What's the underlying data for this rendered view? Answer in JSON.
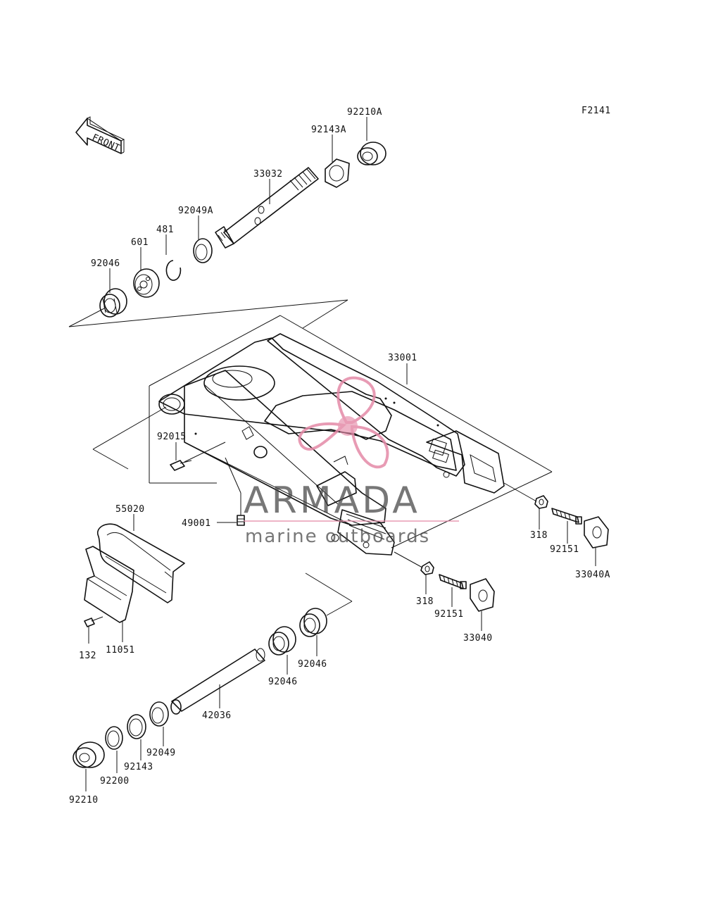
{
  "figure_code": "F2141",
  "front_arrow_text": "FRONT",
  "watermark": {
    "brand": "ARMADA",
    "tagline": "marine outboards",
    "color": "#e48aa7"
  },
  "parts": [
    {
      "id": "p-92210a",
      "label": "92210A"
    },
    {
      "id": "p-92143a",
      "label": "92143A"
    },
    {
      "id": "p-33032",
      "label": "33032"
    },
    {
      "id": "p-92049a",
      "label": "92049A"
    },
    {
      "id": "p-481",
      "label": "481"
    },
    {
      "id": "p-601",
      "label": "601"
    },
    {
      "id": "p-92046-top",
      "label": "92046"
    },
    {
      "id": "p-33001",
      "label": "33001"
    },
    {
      "id": "p-92015",
      "label": "92015"
    },
    {
      "id": "p-55020",
      "label": "55020"
    },
    {
      "id": "p-49001",
      "label": "49001"
    },
    {
      "id": "p-318-right",
      "label": "318"
    },
    {
      "id": "p-92151-right",
      "label": "92151"
    },
    {
      "id": "p-33040a",
      "label": "33040A"
    },
    {
      "id": "p-318-mid",
      "label": "318"
    },
    {
      "id": "p-92151-mid",
      "label": "92151"
    },
    {
      "id": "p-33040",
      "label": "33040"
    },
    {
      "id": "p-132",
      "label": "132"
    },
    {
      "id": "p-11051",
      "label": "11051"
    },
    {
      "id": "p-92046-b1",
      "label": "92046"
    },
    {
      "id": "p-92046-b2",
      "label": "92046"
    },
    {
      "id": "p-42036",
      "label": "42036"
    },
    {
      "id": "p-92049",
      "label": "92049"
    },
    {
      "id": "p-92143",
      "label": "92143"
    },
    {
      "id": "p-92200",
      "label": "92200"
    },
    {
      "id": "p-92210",
      "label": "92210"
    }
  ]
}
